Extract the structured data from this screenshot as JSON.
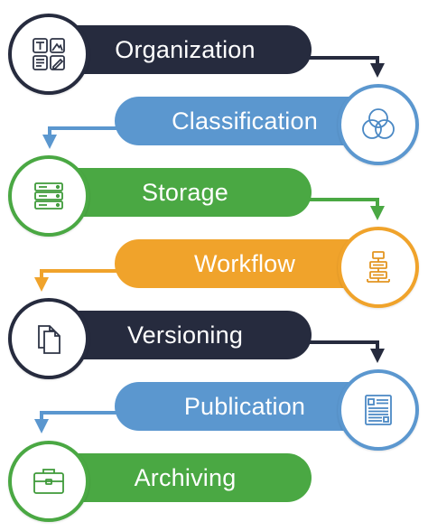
{
  "steps": [
    {
      "label": "Organization",
      "color": "#262b3e",
      "icon": "grid-tools-icon"
    },
    {
      "label": "Classification",
      "color": "#5b97cf",
      "icon": "overlapping-circles-icon"
    },
    {
      "label": "Storage",
      "color": "#4aa843",
      "icon": "server-stack-icon"
    },
    {
      "label": "Workflow",
      "color": "#f0a32b",
      "icon": "flowchart-icon"
    },
    {
      "label": "Versioning",
      "color": "#262b3e",
      "icon": "documents-icon"
    },
    {
      "label": "Publication",
      "color": "#5b97cf",
      "icon": "newspaper-icon"
    },
    {
      "label": "Archiving",
      "color": "#4aa843",
      "icon": "briefcase-icon"
    }
  ]
}
